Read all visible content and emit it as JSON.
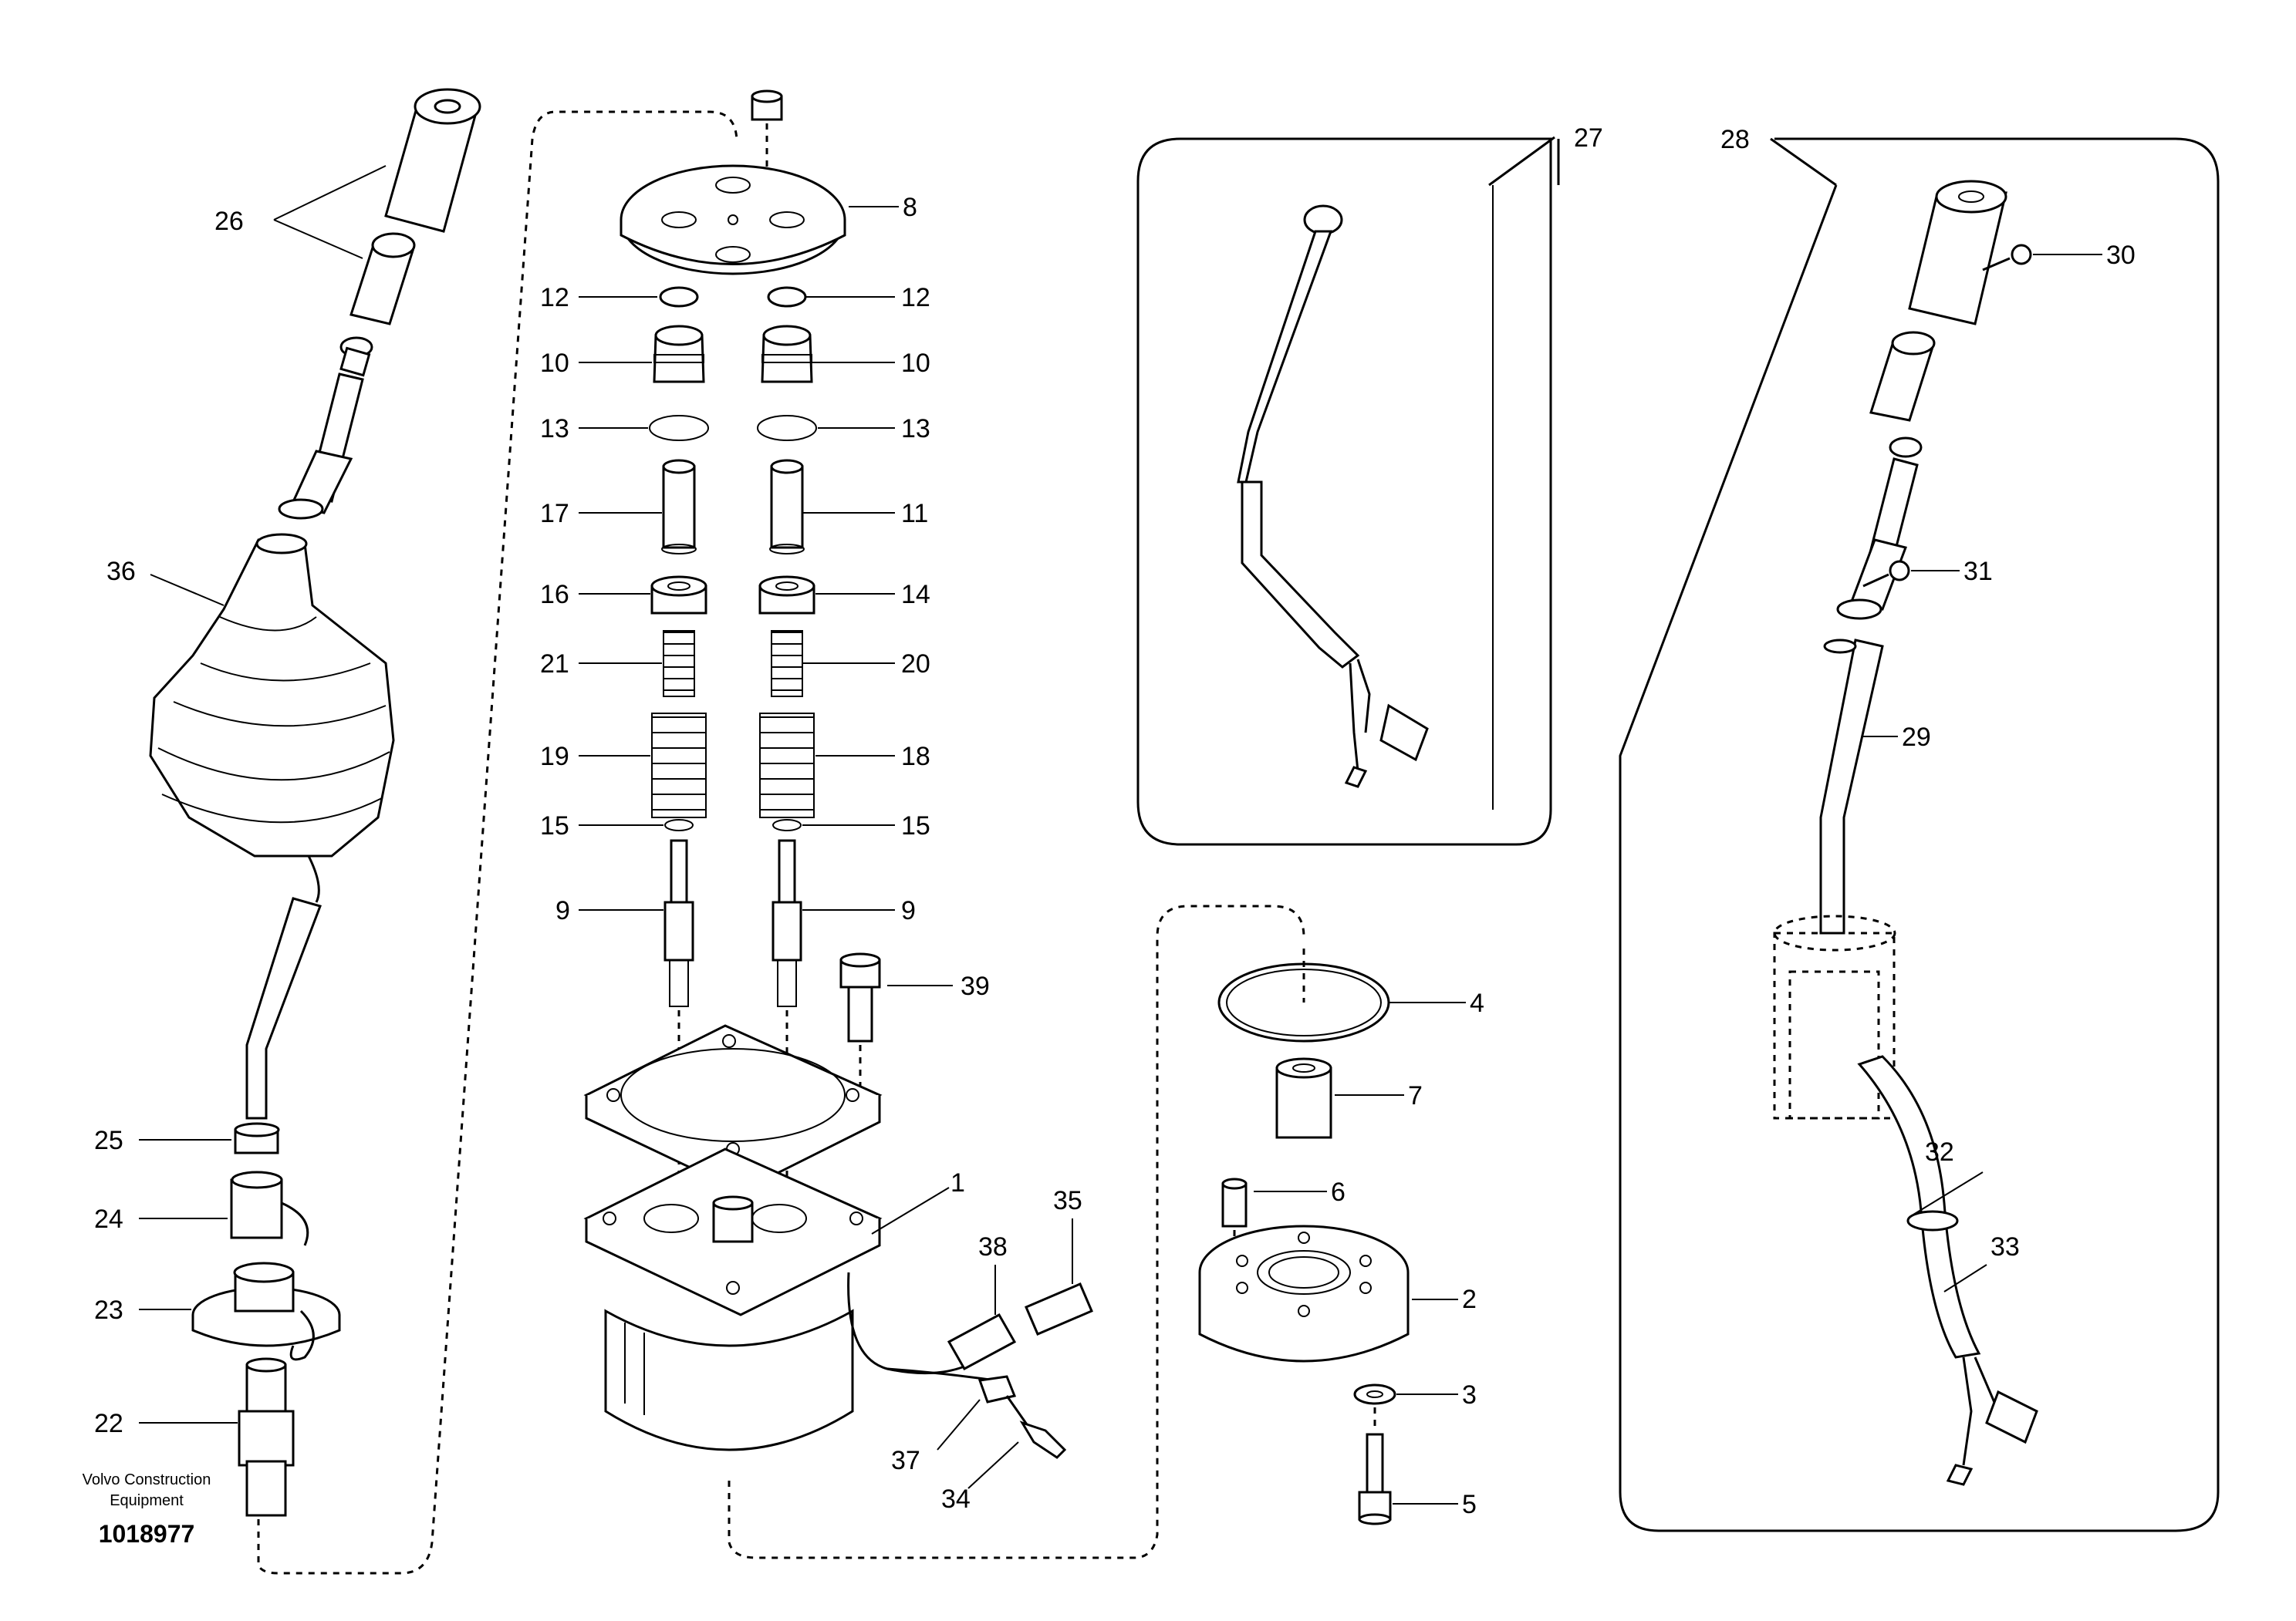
{
  "diagram": {
    "caption": {
      "company_line1": "Volvo Construction",
      "company_line2": "Equipment",
      "drawing_number": "1018977"
    },
    "callouts": {
      "c1": "1",
      "c2": "2",
      "c3": "3",
      "c4": "4",
      "c5": "5",
      "c6": "6",
      "c7": "7",
      "c8": "8",
      "c9a": "9",
      "c9b": "9",
      "c10a": "10",
      "c10b": "10",
      "c11": "11",
      "c12a": "12",
      "c12b": "12",
      "c13a": "13",
      "c13b": "13",
      "c14": "14",
      "c15a": "15",
      "c15b": "15",
      "c16": "16",
      "c17": "17",
      "c18": "18",
      "c19": "19",
      "c20": "20",
      "c21": "21",
      "c22": "22",
      "c23": "23",
      "c24": "24",
      "c25": "25",
      "c26": "26",
      "c27": "27",
      "c28": "28",
      "c29": "29",
      "c30": "30",
      "c31": "31",
      "c32": "32",
      "c33": "33",
      "c34": "34",
      "c35": "35",
      "c36": "36",
      "c37": "37",
      "c38": "38",
      "c39": "39"
    }
  }
}
